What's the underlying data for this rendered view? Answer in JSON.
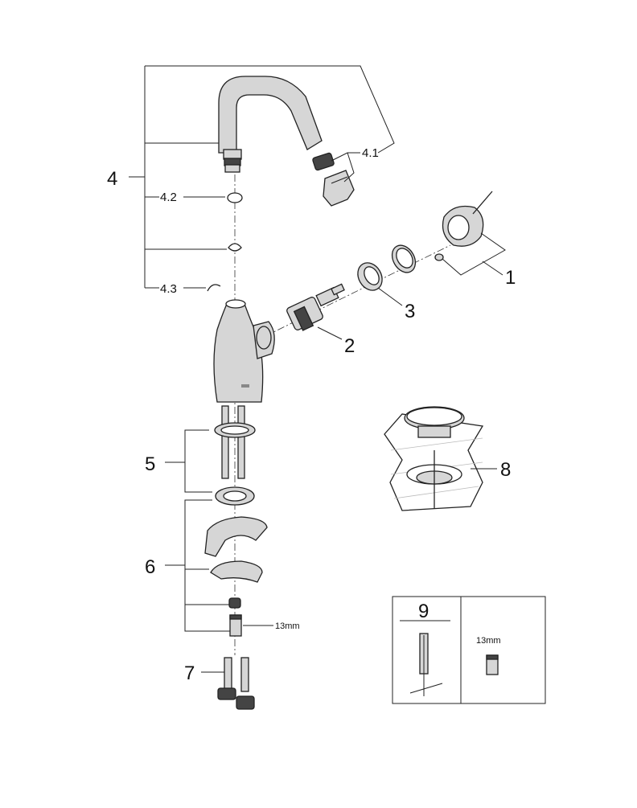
{
  "labels": {
    "p1": "1",
    "p2": "2",
    "p3": "3",
    "p4": "4",
    "p4_1": "4.1",
    "p4_2": "4.2",
    "p4_3": "4.3",
    "p5": "5",
    "p6": "6",
    "p7": "7",
    "p8": "8",
    "p9": "9"
  },
  "dimensions": {
    "nut_size_main": "13mm",
    "nut_size_kit": "13mm"
  }
}
